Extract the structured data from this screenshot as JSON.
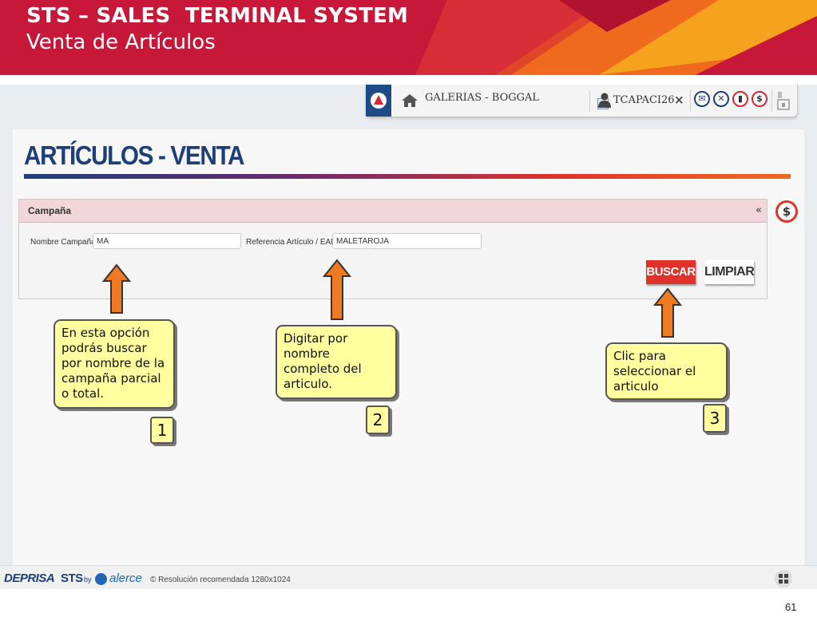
{
  "slide": {
    "title": "STS – SALES  TERMINAL SYSTEM",
    "subtitle": "Venta de Artículos",
    "page_number": "61"
  },
  "toolbar": {
    "store": "GALERIAS - BOGGAL",
    "user": "TCAPACI26",
    "close_glyph": "×",
    "icons": [
      "home-icon",
      "envelope-icon",
      "x-circle-icon",
      "bag-icon",
      "dollar-icon",
      "cashier-icon"
    ]
  },
  "app": {
    "page_title": "ARTÍCULOS - VENTA",
    "panel_title": "Campaña",
    "collapse_glyph": "«",
    "fields": {
      "campaign_label": "Nombre Campaña",
      "campaign_value": "MA",
      "reference_label": "Referencia Artículo / EAN",
      "reference_value": "MALETAROJA"
    },
    "buttons": {
      "search": "BUSCAR",
      "clear": "LIMPIAR"
    }
  },
  "callouts": [
    {
      "text": "En esta opción podrás buscar por nombre  de la campaña parcial o total.",
      "number": "1"
    },
    {
      "text": "Digitar por nombre completo del articulo.",
      "number": "2"
    },
    {
      "text": "Clic para seleccionar el articulo",
      "number": "3"
    }
  ],
  "footer": {
    "brand_depris": "DEPRISA",
    "brand_sts": "STS",
    "brand_by": "by",
    "brand_alerce": "alerce",
    "resolution": "© Resolución recomendada 1280x1024"
  },
  "colors": {
    "banner_red": "#c8183a",
    "brand_blue": "#1c3f7a",
    "accent_red": "#e0312a",
    "callout_yellow": "#ffff9f",
    "arrow_orange": "#f07a22"
  }
}
